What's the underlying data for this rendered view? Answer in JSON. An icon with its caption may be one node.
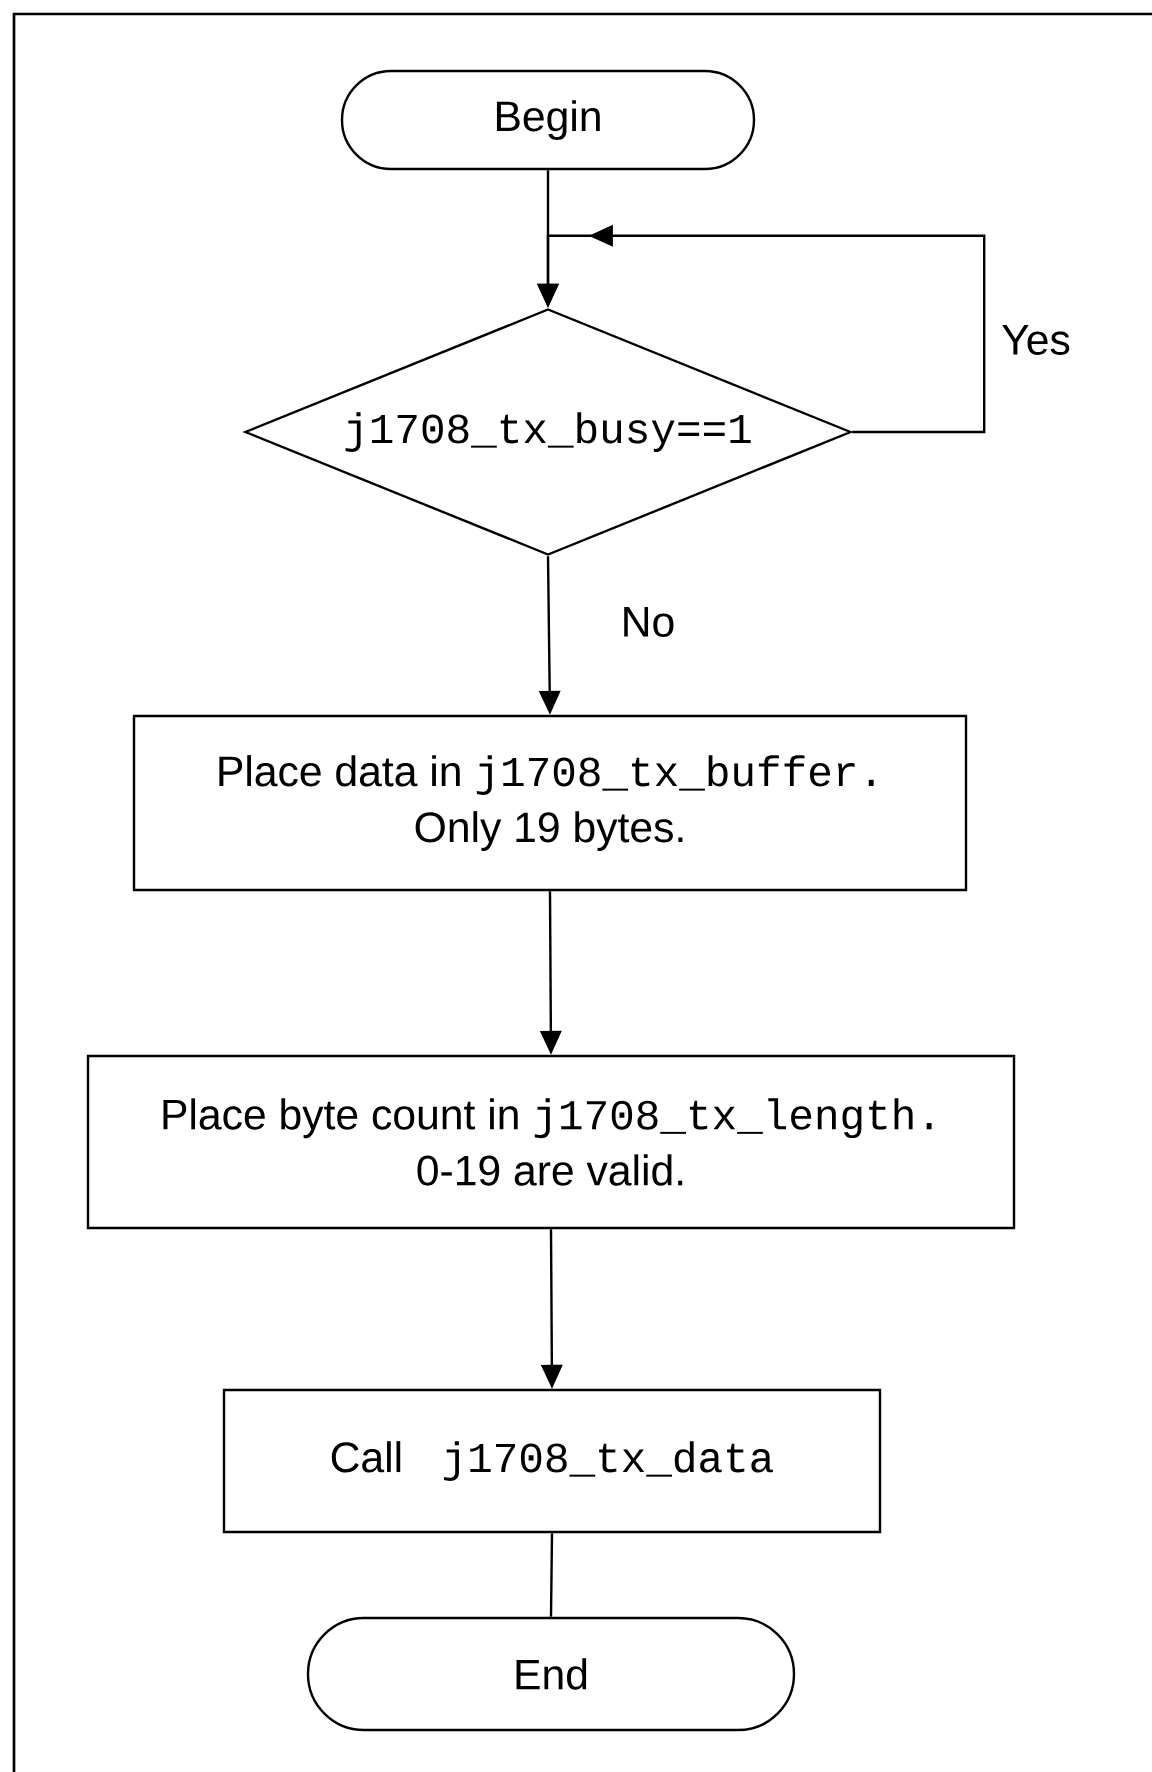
{
  "diagram": {
    "nodes": [
      {
        "text": [
          "Begin"
        ]
      },
      {
        "text": [
          "j1708_tx_busy==1"
        ]
      },
      {
        "text": [
          "Place data in",
          "j1708_tx_buffer.",
          "Only 19 bytes."
        ]
      },
      {
        "text": [
          "Place byte count in",
          "j1708_tx_length.",
          "0-19 are valid."
        ]
      },
      {
        "text": [
          "Call",
          "j1708_tx_data"
        ]
      },
      {
        "text": [
          "End"
        ]
      }
    ],
    "edges": [
      {
        "from": 0,
        "to": 1,
        "arrow": "to"
      },
      {
        "from": 1,
        "to": 1,
        "label": "Yes",
        "arrow": "to"
      },
      {
        "from": 1,
        "to": 2,
        "label": "No",
        "arrow": "to"
      },
      {
        "from": 2,
        "to": 3,
        "arrow": "to"
      },
      {
        "from": 3,
        "to": 4,
        "arrow": "to"
      },
      {
        "from": 4,
        "to": 5,
        "arrow": "none"
      }
    ]
  }
}
